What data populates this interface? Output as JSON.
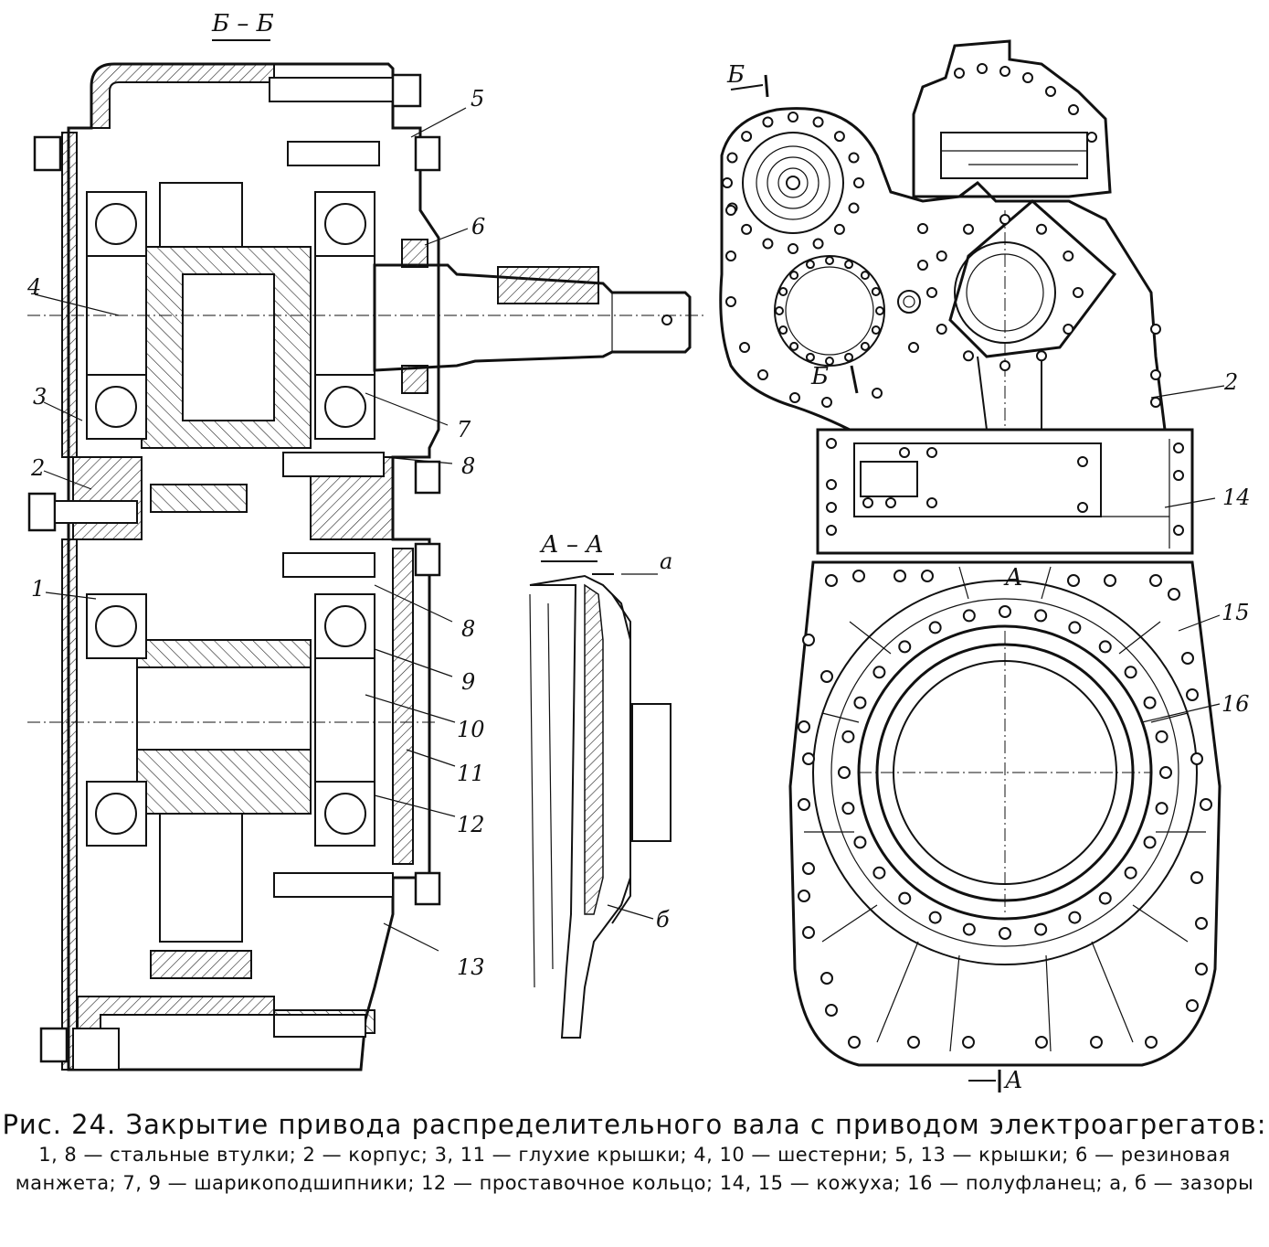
{
  "sections": {
    "bb": "Б – Б",
    "aa": "А – А",
    "cut_b": "Б",
    "cut_a": "А"
  },
  "labels": {
    "n1": "1",
    "n2": "2",
    "n3": "3",
    "n4": "4",
    "n5": "5",
    "n6": "6",
    "n7": "7",
    "n8a": "8",
    "n8b": "8",
    "n9": "9",
    "n10": "10",
    "n11": "11",
    "n12": "12",
    "n13": "13",
    "r2": "2",
    "r14": "14",
    "r15": "15",
    "r16": "16",
    "gap_a": "а",
    "gap_b": "б"
  },
  "caption": {
    "title": "Рис. 24. Закрытие привода распределительного вала с приводом электроагрегатов:",
    "line1": "1, 8 — стальные втулки; 2 — корпус; 3, 11 — глухие крышки; 4, 10 — шестерни; 5, 13 — крышки; 6 — резиновая манжета; 7, 9 — шарикоподшипники; 12 — проставочное кольцо; 14, 15 — кожуха; 16 — полуфланец; а, б — зазоры"
  }
}
